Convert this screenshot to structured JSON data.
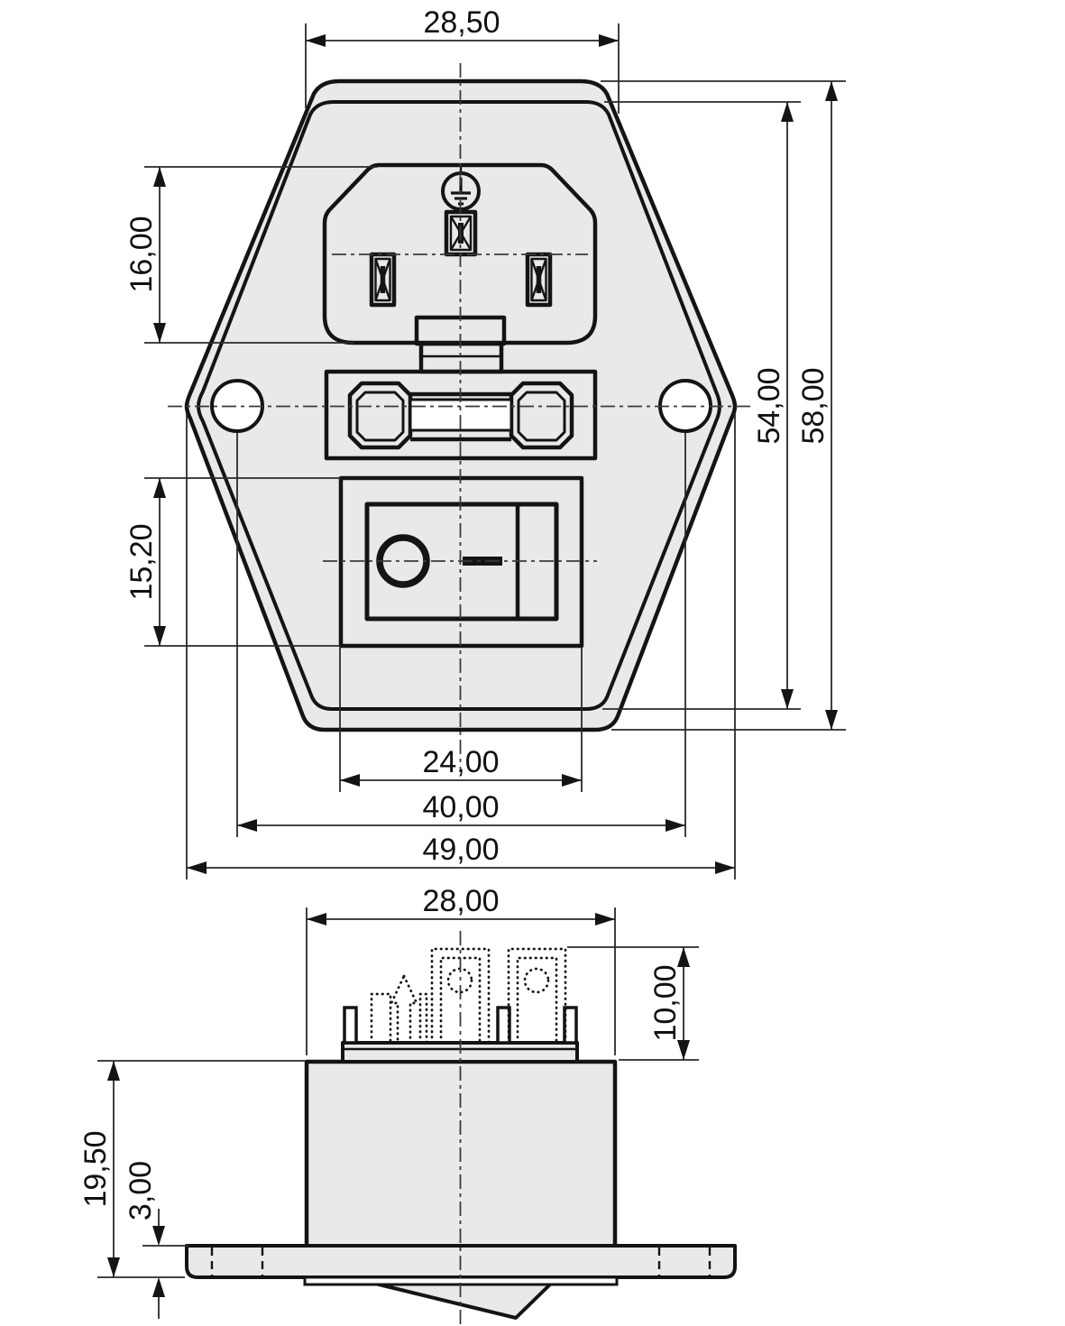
{
  "drawing": {
    "kind": "technical-dimension-drawing",
    "component": "IEC C14 power entry module with fuse holder and rocker switch",
    "colors": {
      "line": "#141414",
      "body_fill": "#e9e9e9",
      "background": "#ffffff",
      "window_fill": "#ffffff"
    },
    "front_view": {
      "dimensions": {
        "top_width": "28,50",
        "inlet_height": "16,00",
        "switch_cutout_height": "15,20",
        "inner_height": "54,00",
        "overall_height": "58,00",
        "switch_cutout_width": "24,00",
        "hole_spacing": "40,00",
        "overall_width": "49,00"
      },
      "symbols": {
        "earth": "protective-earth",
        "switch_off": "O",
        "switch_on": "I"
      }
    },
    "side_view": {
      "dimensions": {
        "body_width": "28,00",
        "terminal_height": "10,00",
        "mounting_depth": "19,50",
        "flange_thickness": "3,00"
      }
    }
  }
}
